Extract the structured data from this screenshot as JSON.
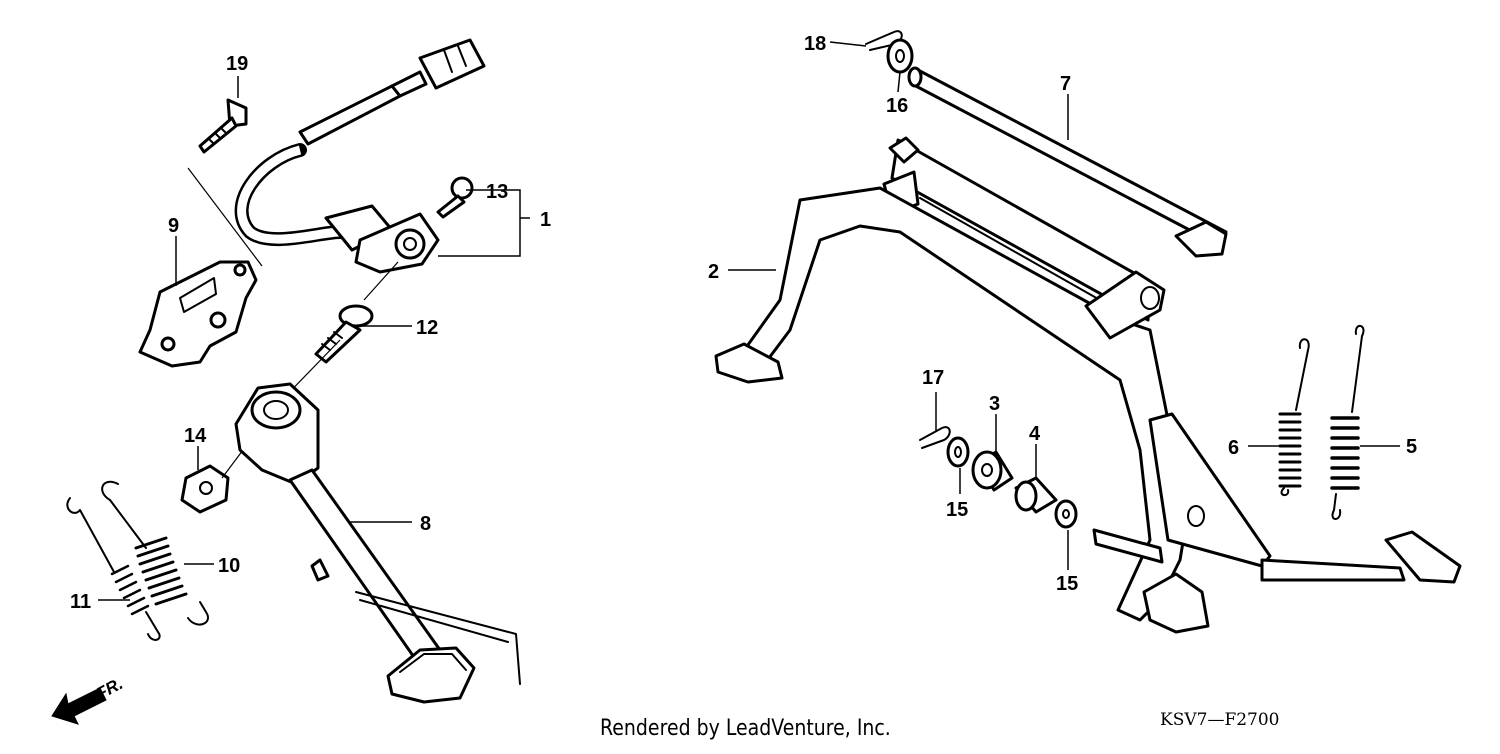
{
  "diagram": {
    "callouts": {
      "c1": "1",
      "c2": "2",
      "c3": "3",
      "c4": "4",
      "c5": "5",
      "c6": "6",
      "c7": "7",
      "c8": "8",
      "c9": "9",
      "c10": "10",
      "c11": "11",
      "c12": "12",
      "c13": "13",
      "c14": "14",
      "c15a": "15",
      "c15b": "15",
      "c16": "16",
      "c17": "17",
      "c18": "18",
      "c19": "19"
    },
    "direction_label": "FR.",
    "credit": "Rendered by LeadVenture, Inc.",
    "figure_code": "KSV7—F2700"
  }
}
